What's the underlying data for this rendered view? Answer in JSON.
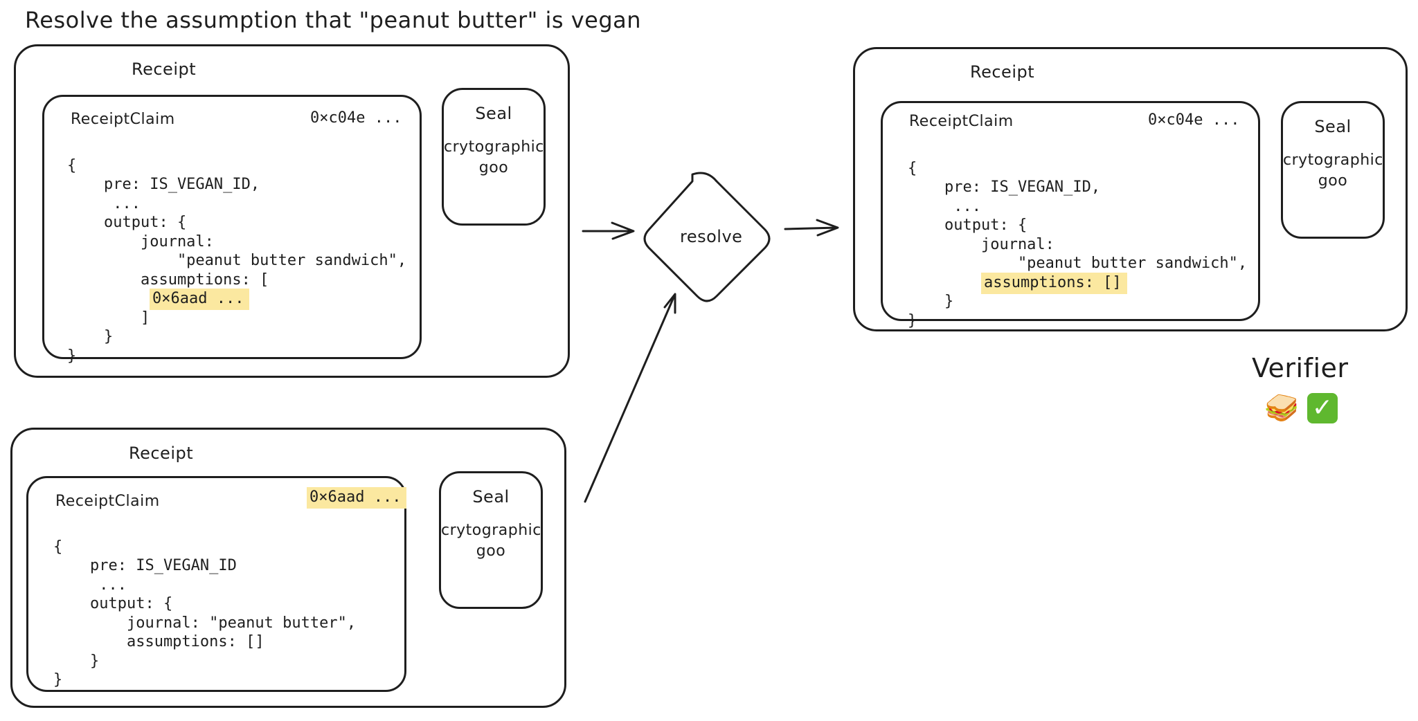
{
  "title": "Resolve the assumption that \"peanut butter\" is vegan",
  "receipt_top_left": {
    "label": "Receipt",
    "claim": {
      "label": "ReceiptClaim",
      "hash": "0×c04e ...",
      "lines": [
        "{",
        "    pre: IS_VEGAN_ID,",
        "     ...",
        "    output: {",
        "        journal:",
        "            \"peanut butter sandwich\",",
        "        assumptions: [",
        "            ",
        "        ]",
        "    }",
        "}"
      ],
      "highlight": "0×6aad ..."
    },
    "seal": {
      "title": "Seal",
      "body_line1": "crytographic",
      "body_line2": "goo"
    }
  },
  "receipt_bottom_left": {
    "label": "Receipt",
    "claim": {
      "label": "ReceiptClaim",
      "hash": "0×6aad ...",
      "lines": [
        "{",
        "    pre: IS_VEGAN_ID",
        "     ...",
        "    output: {",
        "        journal: \"peanut butter\",",
        "        assumptions: []",
        "    }",
        "}"
      ]
    },
    "seal": {
      "title": "Seal",
      "body_line1": "crytographic",
      "body_line2": "goo"
    }
  },
  "resolve": {
    "label": "resolve"
  },
  "receipt_right": {
    "label": "Receipt",
    "claim": {
      "label": "ReceiptClaim",
      "hash": "0×c04e ...",
      "lines": [
        "{",
        "    pre: IS_VEGAN_ID,",
        "     ...",
        "    output: {",
        "        journal:",
        "            \"peanut butter sandwich\",",
        "",
        "    }",
        "}"
      ],
      "highlight": "assumptions: []"
    },
    "seal": {
      "title": "Seal",
      "body_line1": "crytographic",
      "body_line2": "goo"
    }
  },
  "verifier": {
    "label": "Verifier",
    "emoji_sandwich": "🥪",
    "emoji_check": "✓",
    "icons": [
      "sandwich-icon",
      "check-mark-icon"
    ]
  },
  "colors": {
    "highlight": "#fbe8a0",
    "stroke": "#1e1e1e",
    "check": "#5fb82f"
  }
}
